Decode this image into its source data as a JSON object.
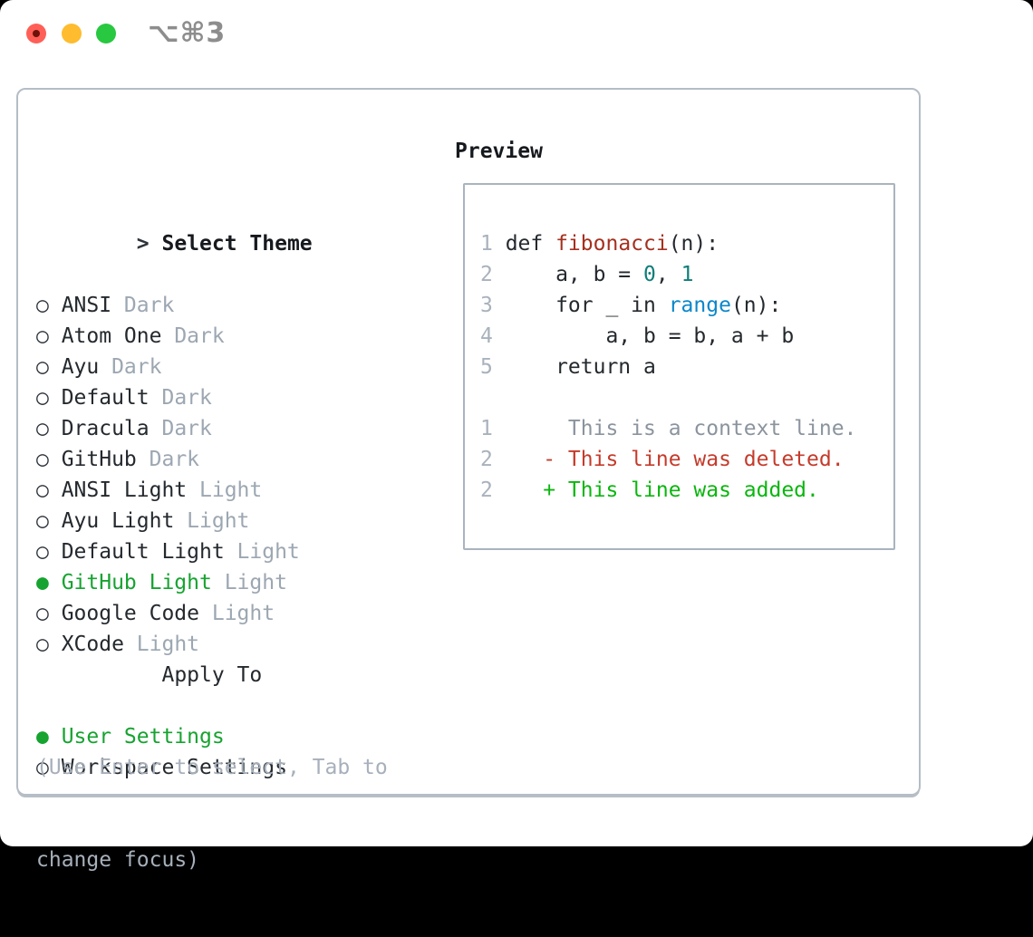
{
  "titlebar": {
    "title": "⌥⌘3",
    "traffic_lights": [
      "close",
      "minimize",
      "zoom"
    ]
  },
  "theme_selector": {
    "header_prefix": ">",
    "header": "Select Theme",
    "items": [
      {
        "marker": "○",
        "name": "ANSI",
        "variant": "Dark",
        "selected": false
      },
      {
        "marker": "○",
        "name": "Atom One",
        "variant": "Dark",
        "selected": false
      },
      {
        "marker": "○",
        "name": "Ayu",
        "variant": "Dark",
        "selected": false
      },
      {
        "marker": "○",
        "name": "Default",
        "variant": "Dark",
        "selected": false
      },
      {
        "marker": "○",
        "name": "Dracula",
        "variant": "Dark",
        "selected": false
      },
      {
        "marker": "○",
        "name": "GitHub",
        "variant": "Dark",
        "selected": false
      },
      {
        "marker": "○",
        "name": "ANSI Light",
        "variant": "Light",
        "selected": false
      },
      {
        "marker": "○",
        "name": "Ayu Light",
        "variant": "Light",
        "selected": false
      },
      {
        "marker": "○",
        "name": "Default Light",
        "variant": "Light",
        "selected": false
      },
      {
        "marker": "●",
        "name": "GitHub Light",
        "variant": "Light",
        "selected": true
      },
      {
        "marker": "○",
        "name": "Google Code",
        "variant": "Light",
        "selected": false
      },
      {
        "marker": "○",
        "name": "XCode",
        "variant": "Light",
        "selected": false
      }
    ]
  },
  "apply_to": {
    "header": "Apply To",
    "options": [
      {
        "marker": "●",
        "label": "User Settings",
        "selected": true
      },
      {
        "marker": "○",
        "label": "Workspace Settings",
        "selected": false
      }
    ]
  },
  "hint": {
    "line1": "(Use Enter to select, Tab to",
    "line2": "change focus)"
  },
  "preview": {
    "title": "Preview",
    "lines": [
      {
        "num": "1",
        "tokens": [
          [
            "def ",
            "code"
          ],
          [
            "fibonacci",
            "func"
          ],
          [
            "(n):",
            "code"
          ]
        ]
      },
      {
        "num": "2",
        "tokens": [
          [
            "    a, b = ",
            "code"
          ],
          [
            "0",
            "numlit"
          ],
          [
            ", ",
            "code"
          ],
          [
            "1",
            "numlit"
          ]
        ]
      },
      {
        "num": "3",
        "tokens": [
          [
            "    for _ in ",
            "code"
          ],
          [
            "range",
            "builtin"
          ],
          [
            "(n):",
            "code"
          ]
        ]
      },
      {
        "num": "4",
        "tokens": [
          [
            "        a, b = b, a + b",
            "code"
          ]
        ]
      },
      {
        "num": "5",
        "tokens": [
          [
            "    return a",
            "code"
          ]
        ]
      },
      {
        "num": "",
        "tokens": []
      },
      {
        "num": "1",
        "tokens": [
          [
            "     This is a context line.",
            "ctx"
          ]
        ]
      },
      {
        "num": "2",
        "tokens": [
          [
            "   - This line was deleted.",
            "del"
          ]
        ]
      },
      {
        "num": "2",
        "tokens": [
          [
            "   + This line was added.",
            "add"
          ]
        ]
      }
    ]
  },
  "colors": {
    "selection_green": "#16a330",
    "added_green": "#0bb60f",
    "deleted_red": "#c53b2b",
    "function_red": "#a5301f",
    "builtin_blue": "#0b87ca",
    "literal_teal": "#0f7e78",
    "muted_gray": "#9ca7b2",
    "text_dark": "#24292e",
    "traffic_red": "#ff5f57",
    "traffic_yellow": "#febc2e",
    "traffic_green": "#28c840"
  }
}
